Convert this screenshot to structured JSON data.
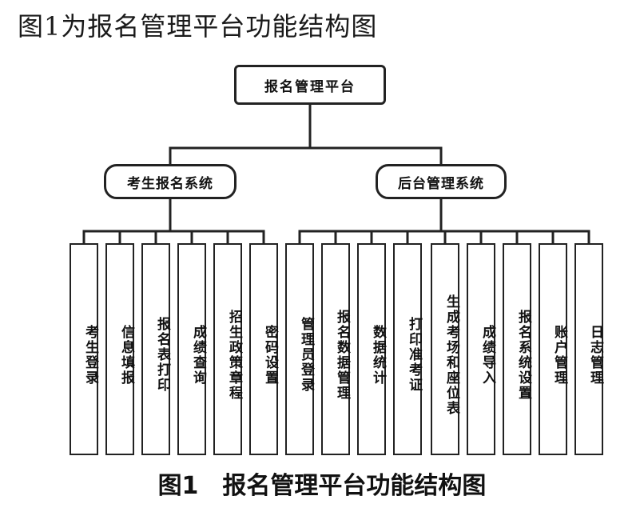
{
  "heading": "图1为报名管理平台功能结构图",
  "caption": "图1　报名管理平台功能结构图",
  "root": {
    "label": "报名管理平台"
  },
  "groups": [
    {
      "label": "考生报名系统",
      "leaves": [
        "考生登录",
        "信息填报",
        "报名表打印",
        "成绩查询",
        "招生政策章程",
        "密码设置"
      ]
    },
    {
      "label": "后台管理系统",
      "leaves": [
        "管理员登录",
        "报名数据管理",
        "数据统计",
        "打印准考证",
        "生成考场和座位表",
        "成绩导入",
        "报名系统设置",
        "账户管理",
        "日志管理"
      ]
    }
  ],
  "colors": {
    "line": "#222222",
    "text": "#111111",
    "background": "#ffffff"
  }
}
